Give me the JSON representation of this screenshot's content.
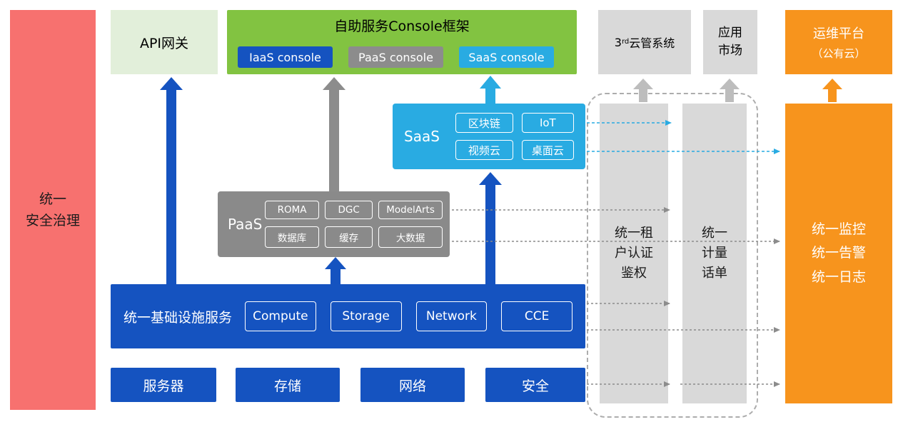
{
  "colors": {
    "blue": "#1553C0",
    "cyan": "#29ABE2",
    "green": "#82C341",
    "light_green": "#E2EFDA",
    "gray": "#8A8A8A",
    "light_gray": "#D9D9D9",
    "orange": "#F7941D",
    "red": "#F7716F"
  },
  "left_bar": {
    "label": "统一\n安全治理"
  },
  "top": {
    "api_gateway": "API网关",
    "console_framework": {
      "title": "自助服务Console框架",
      "consoles": [
        "IaaS console",
        "PaaS console",
        "SaaS console"
      ]
    },
    "third_party_cms": {
      "prefix": "3",
      "sup": "rd",
      "suffix": "云管系统"
    },
    "app_market": "应用\n市场",
    "om_platform": {
      "line1": "运维平台",
      "line2": "（公有云）"
    }
  },
  "saas": {
    "label": "SaaS",
    "items": [
      "区块链",
      "IoT",
      "视频云",
      "桌面云"
    ]
  },
  "paas": {
    "label": "PaaS",
    "items": [
      "ROMA",
      "DGC",
      "ModelArts",
      "数据库",
      "缓存",
      "大数据"
    ]
  },
  "iaas": {
    "label": "统一基础设施服务",
    "items": [
      "Compute",
      "Storage",
      "Network",
      "CCE"
    ]
  },
  "hardware": [
    "服务器",
    "存储",
    "网络",
    "安全"
  ],
  "right": {
    "auth_pillar": "统一租\n户认证\n鉴权",
    "metering_pillar": "统一\n计量\n话单",
    "om_box": "统一监控\n统一告警\n统一日志"
  }
}
